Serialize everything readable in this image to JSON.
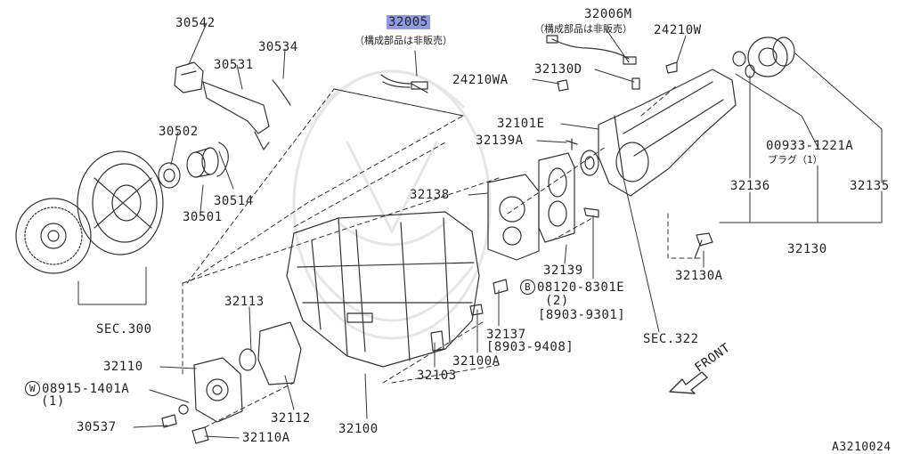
{
  "labels": {
    "p30542": "30542",
    "p30534": "30534",
    "p30531": "30531",
    "p32005": "32005",
    "p32005_note": "（構成部品は非販売）",
    "p32006m": "32006M",
    "p32006m_note": "（構成部品は非販売）",
    "p24210w": "24210W",
    "p32130d": "32130D",
    "p24210wa": "24210WA",
    "p30502": "30502",
    "p32101e": "32101E",
    "p32139a": "32139A",
    "p00933": "00933-1221A",
    "p00933_note": "プラグ（1）",
    "p30514": "30514",
    "p30501": "30501",
    "p32138": "32138",
    "p32136": "32136",
    "p32135": "32135",
    "p32130": "32130",
    "p32139": "32139",
    "b_marker": "B",
    "p08120": "08120-8301E",
    "p08120_qty": "(2)",
    "p08120_range": "[8903-9301]",
    "p32130a": "32130A",
    "sec300": "SEC.300",
    "p32113": "32113",
    "p32137": "32137",
    "p32137_range": "[8903-9408]",
    "sec322": "SEC.322",
    "p32110": "32110",
    "w_marker": "W",
    "p08915": "08915-1401A",
    "p08915_qty": "(1)",
    "p32100a": "32100A",
    "p32103": "32103",
    "p30537": "30537",
    "p32112": "32112",
    "p32100": "32100",
    "p32110a": "32110A",
    "front": "FRONT",
    "diagram_id": "A3210024"
  }
}
